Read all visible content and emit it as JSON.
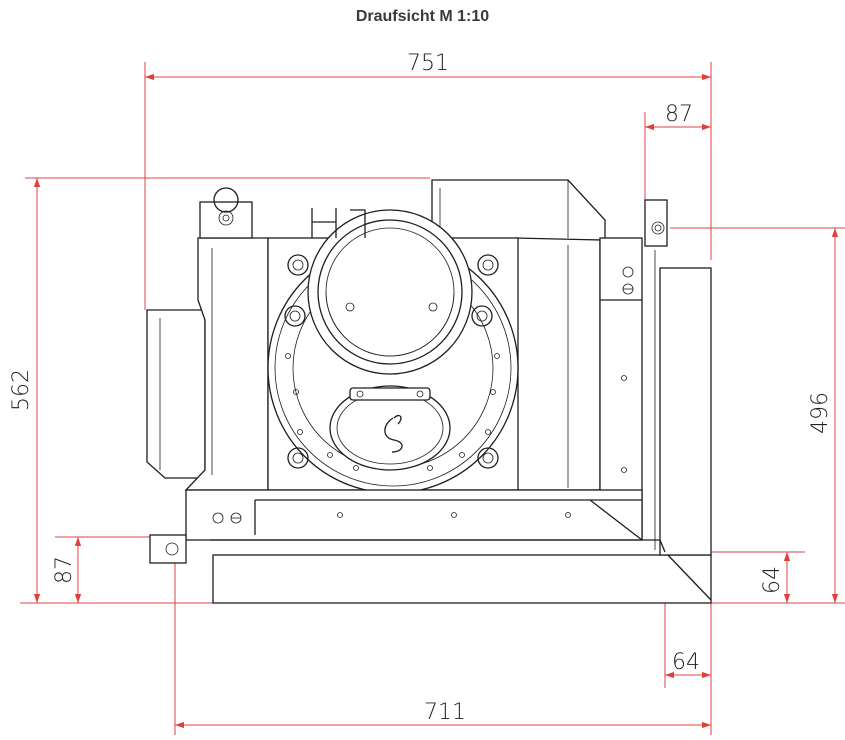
{
  "drawing": {
    "title": "Draufsicht M 1:10",
    "dimensions": {
      "total_width": "751",
      "right_offset_top": "87",
      "total_depth": "562",
      "right_depth": "496",
      "left_bottom_offset": "87",
      "right_bottom_offset": "64",
      "bottom_right_offset": "64",
      "base_width": "711"
    }
  },
  "colors": {
    "dimension_lines": "#e0403c",
    "outline": "#1e1e1e",
    "title": "#3a3a3a"
  }
}
